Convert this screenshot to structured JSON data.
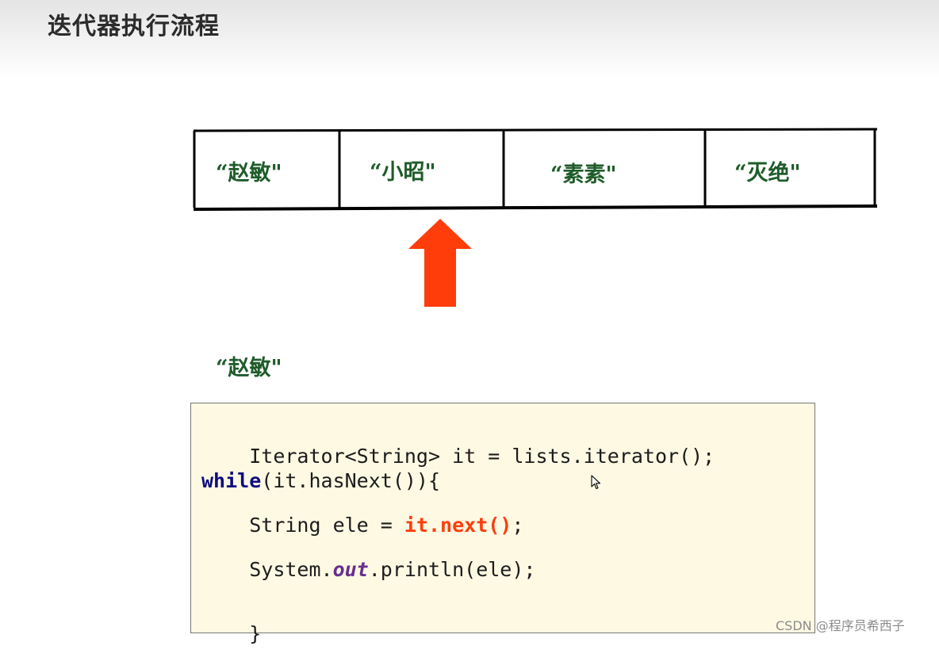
{
  "slide": {
    "title": "迭代器执行流程"
  },
  "collection": {
    "elements": [
      "“赵敏\"",
      "“小昭\"",
      "“素素\"",
      "“灭绝\""
    ]
  },
  "pointer": {
    "index": 1,
    "color": "#ff3d0b"
  },
  "current_value": "“赵敏\"",
  "code": {
    "line1": "Iterator<String> it = lists.iterator();",
    "line2_kw": "while",
    "line2_rest": "(it.hasNext()){",
    "line3_indent": "    ",
    "line3_pre": "String ele = ",
    "line3_call": "it.next()",
    "line3_post": ";",
    "line4_indent": "    ",
    "line4_pre": "System.",
    "line4_field": "out",
    "line4_post": ".println(ele);",
    "line5": "}"
  },
  "watermark": "CSDN @程序员希西子",
  "icons": {
    "cursor": "mouse-pointer-icon",
    "arrow": "up-arrow-icon"
  }
}
